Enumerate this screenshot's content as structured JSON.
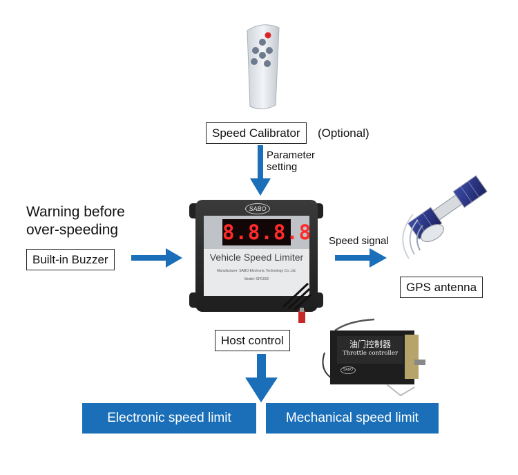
{
  "calibrator": {
    "label": "Speed Calibrator",
    "note": "(Optional)"
  },
  "param": {
    "line1": "Parameter",
    "line2": "setting"
  },
  "warning": {
    "line1": "Warning before",
    "line2": "over-speeding"
  },
  "buzzer": {
    "label": "Built-in Buzzer"
  },
  "speed_signal": {
    "label": "Speed signal"
  },
  "gps": {
    "label": "GPS antenna"
  },
  "host": {
    "label": "Host control"
  },
  "device": {
    "brand": "SABO",
    "display": "8.8.8.8",
    "name": "Vehicle Speed Limiter",
    "manufacturer": "Manufacturer: SABO Electronic Technology Co.,Ltd.",
    "model": "Model: SPG002"
  },
  "throttle": {
    "line1": "油门控制器",
    "line2": "Throttle controller",
    "brand": "SABO"
  },
  "outputs": {
    "electronic": "Electronic speed limit",
    "mechanical": "Mechanical speed limit"
  },
  "colors": {
    "arrow": "#1a6fb8",
    "bar": "#1a6fb8",
    "device_body": "#2b2b2b",
    "display_led": "#e52020"
  }
}
